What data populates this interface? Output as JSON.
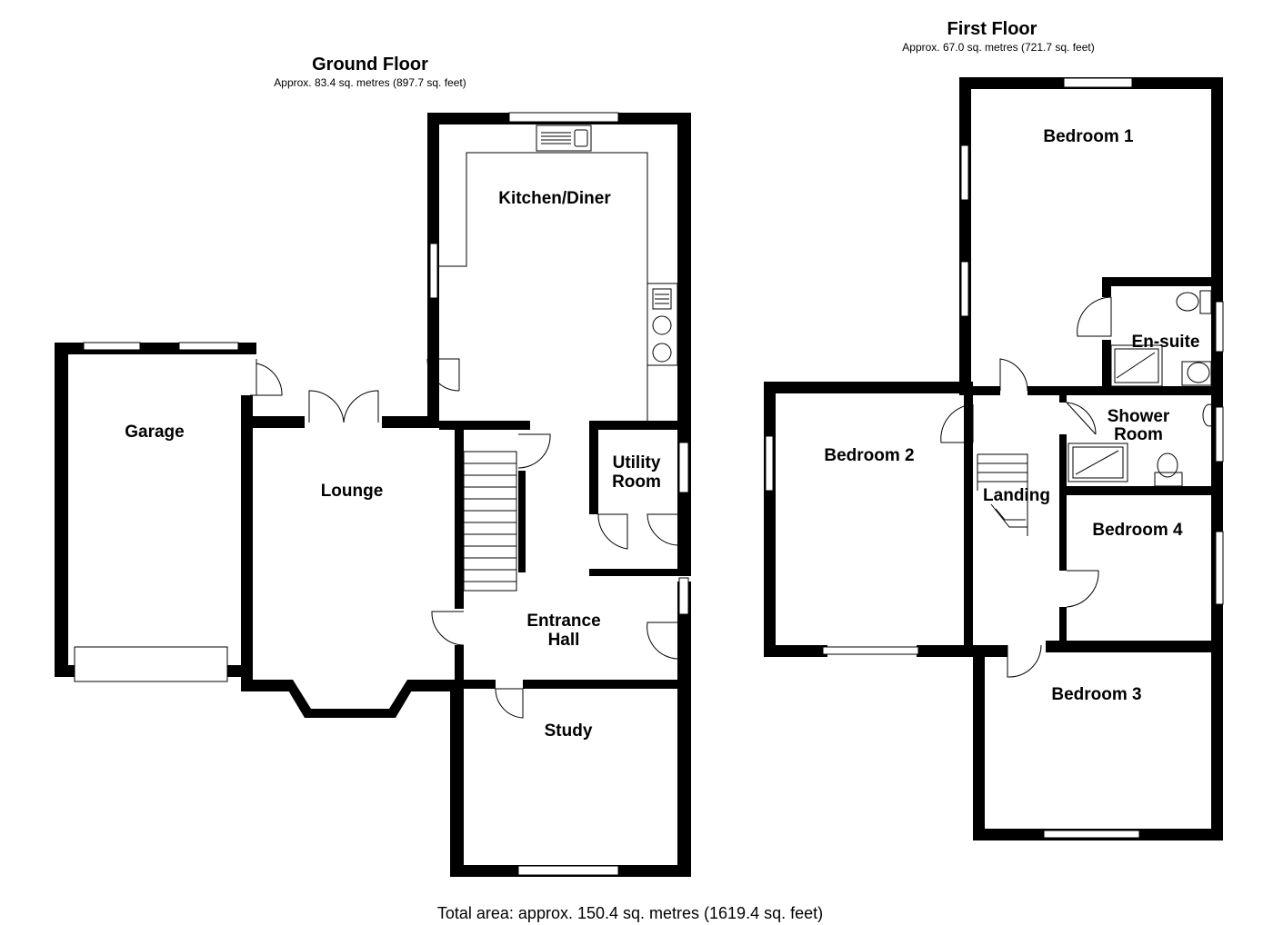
{
  "ground_floor": {
    "title": "Ground Floor",
    "area": "Approx. 83.4 sq. metres (897.7 sq. feet)",
    "rooms": {
      "kitchen": "Kitchen/Diner",
      "garage": "Garage",
      "lounge": "Lounge",
      "utility_1": "Utility",
      "utility_2": "Room",
      "hall_1": "Entrance",
      "hall_2": "Hall",
      "study": "Study"
    }
  },
  "first_floor": {
    "title": "First Floor",
    "area": "Approx. 67.0 sq. metres (721.7 sq. feet)",
    "rooms": {
      "bedroom1": "Bedroom 1",
      "ensuite": "En-suite",
      "shower_1": "Shower",
      "shower_2": "Room",
      "bedroom2": "Bedroom 2",
      "landing": "Landing",
      "bedroom4": "Bedroom 4",
      "bedroom3": "Bedroom 3"
    }
  },
  "total_area": "Total area: approx. 150.4 sq. metres (1619.4 sq. feet)"
}
